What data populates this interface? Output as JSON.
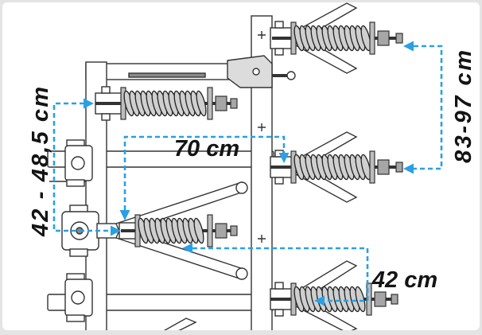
{
  "dimensions": {
    "left_vertical": {
      "label": "42 - 48,5 cm"
    },
    "middle_horizontal": {
      "label": "70 cm"
    },
    "right_vertical": {
      "label": "83-97 cm"
    },
    "lower_horizontal": {
      "label": "42 cm"
    }
  },
  "colors": {
    "dimension_line": "#2aa0e4",
    "line_art": "#333333",
    "label_text": "#141414"
  }
}
